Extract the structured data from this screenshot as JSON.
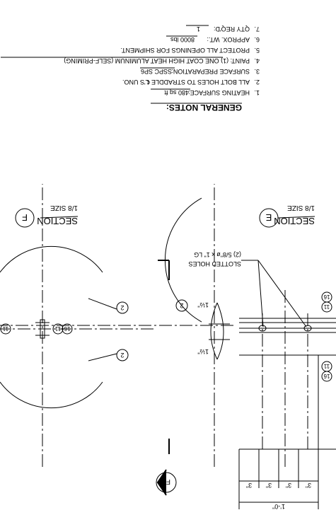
{
  "general_notes": {
    "heading": "GENERAL NOTES:",
    "notes": [
      {
        "num": "1.",
        "text": "HEATING SURFACE:",
        "value": "480 sq ft"
      },
      {
        "num": "2.",
        "text": "ALL BOLT HOLES TO STRADDLE ℄'S UNO.",
        "value": ""
      },
      {
        "num": "3.",
        "text": "SURFACE PREPARATION:",
        "value": "SSPC SP6"
      },
      {
        "num": "4.",
        "text": "PAINT:  (1) ONE COAT HIGH HEAT ALUMINUM (SELF-PRIMING)",
        "value": ""
      },
      {
        "num": "5.",
        "text": "PROTECT ALL OPENINGS FOR SHIPMENT.",
        "value": ""
      },
      {
        "num": "6.",
        "text": "APPROX. WT.:",
        "value": "8000 lbs"
      },
      {
        "num": "7.",
        "text": "QTY REQ'D:",
        "value": "1"
      }
    ]
  },
  "sections": [
    {
      "title": "SECTION",
      "letter": "E",
      "scale": "1/8 SIZE"
    },
    {
      "title": "SECTION",
      "letter": "F",
      "scale": "1/8 SIZE"
    }
  ],
  "callouts": {
    "slotted_holes": [
      "SLOTTED HOLES",
      "(2) 5/8\"ø x 1\" LG"
    ],
    "dim_top": "1½\"",
    "dim_bottom": "1½\"",
    "dim_spacing": [
      "3\"",
      "3\"",
      "3\"",
      "3\""
    ],
    "dim_overall": "1'-0\"",
    "cut_marker": "F",
    "balloons": [
      "2",
      "16",
      "11",
      "2",
      "11",
      "16",
      "11",
      "16",
      "2",
      "2"
    ]
  }
}
